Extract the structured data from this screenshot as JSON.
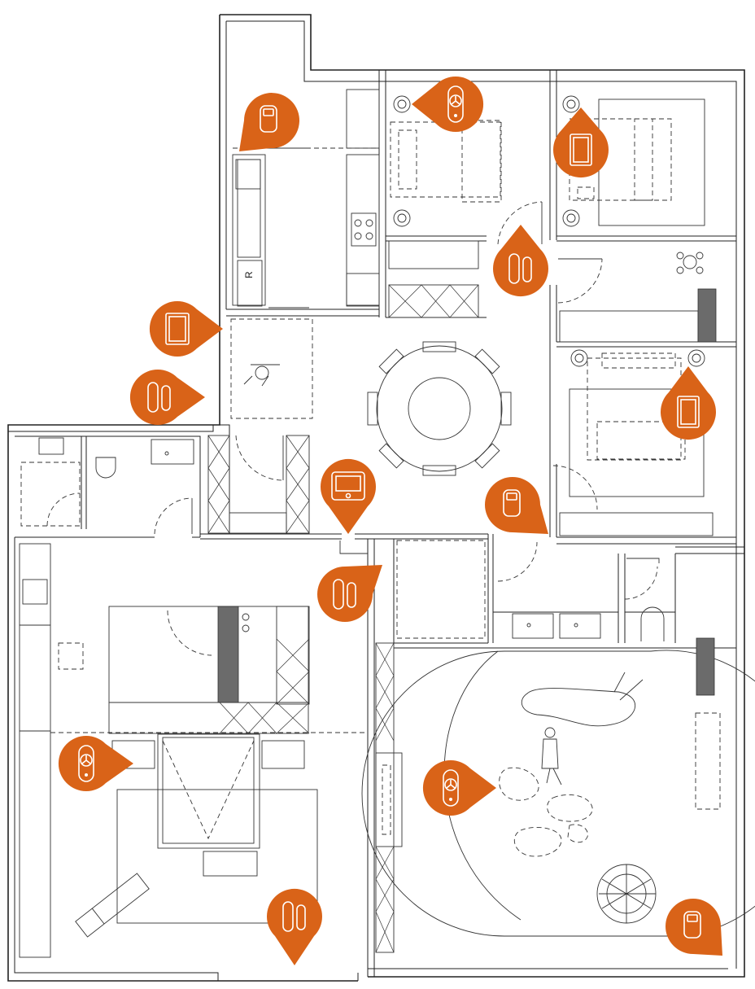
{
  "plan": {
    "accent_color": "#d96318",
    "wall_color": "#222222",
    "fixture_color": "#6b6b6b"
  },
  "room_labels": {
    "kitchen_appliance_mark": "R"
  },
  "devices": [
    {
      "id": "keypad-balcony",
      "icon": "keypad-icon"
    },
    {
      "id": "motion-bedroom-1",
      "icon": "motion-sensor-icon"
    },
    {
      "id": "tablet-bedroom-2",
      "icon": "tablet-icon"
    },
    {
      "id": "door-sensor-bedroom-1",
      "icon": "door-sensor-icon"
    },
    {
      "id": "tablet-entry",
      "icon": "tablet-icon"
    },
    {
      "id": "door-sensor-entry",
      "icon": "door-sensor-icon"
    },
    {
      "id": "tablet-bedroom-3",
      "icon": "tablet-icon"
    },
    {
      "id": "control-panel-dining",
      "icon": "control-panel-icon"
    },
    {
      "id": "keypad-bedroom-3",
      "icon": "keypad-icon"
    },
    {
      "id": "door-sensor-master",
      "icon": "door-sensor-icon"
    },
    {
      "id": "motion-master",
      "icon": "motion-sensor-icon"
    },
    {
      "id": "motion-living",
      "icon": "motion-sensor-icon"
    },
    {
      "id": "door-sensor-master-south",
      "icon": "door-sensor-icon"
    },
    {
      "id": "keypad-living",
      "icon": "keypad-icon"
    }
  ]
}
